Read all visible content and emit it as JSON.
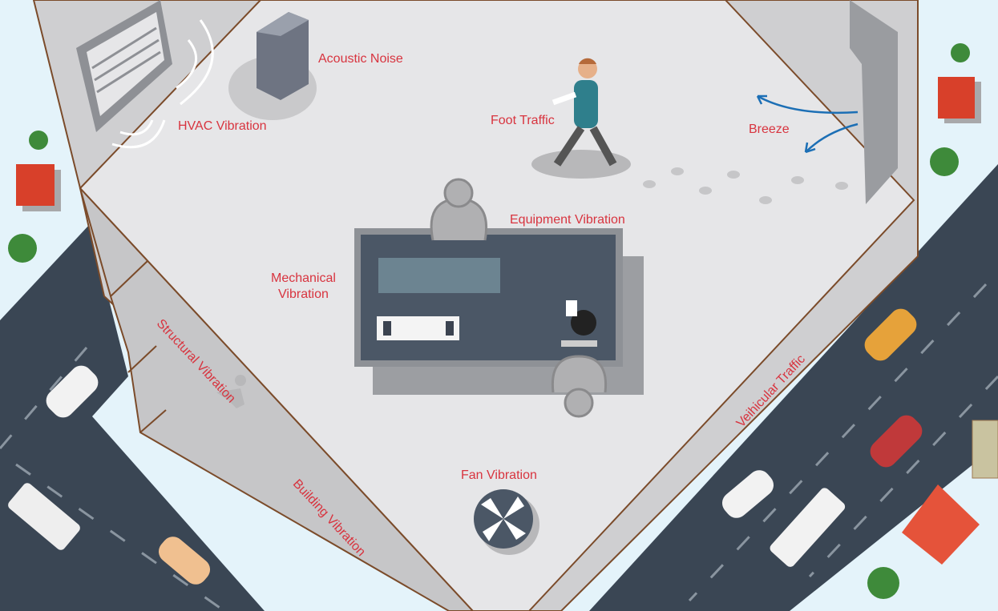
{
  "labels": {
    "acoustic_noise": "Acoustic Noise",
    "hvac_vibration": "HVAC Vibration",
    "foot_traffic": "Foot Traffic",
    "breeze": "Breeze",
    "equipment_vibration": "Equipment Vibration",
    "mechanical_vibration_1": "Mechanical",
    "mechanical_vibration_2": "Vibration",
    "structural_vibration": "Structural Vibration",
    "building_vibration": "Building Vibration",
    "fan_vibration": "Fan Vibration",
    "vehicular_traffic": "Veihicular Traffic"
  },
  "colors": {
    "label": "#d8343f",
    "road": "#3a4654",
    "floor": "#e6e6e8",
    "wall": "#cfcfd1",
    "outline": "#7b4b2a",
    "sky": "#e4f3fa",
    "arrow": "#1c6fb5"
  }
}
